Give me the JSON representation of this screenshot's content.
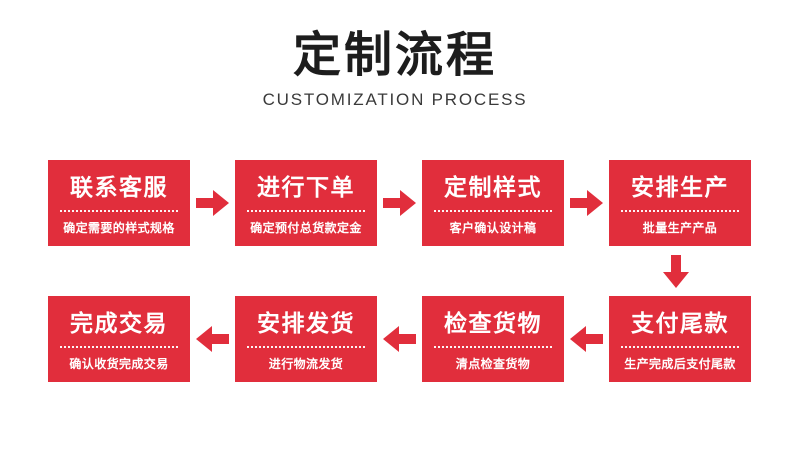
{
  "header": {
    "title_cn": "定制流程",
    "title_en": "CUSTOMIZATION PROCESS"
  },
  "theme": {
    "red": "#e12e3c",
    "background": "#ffffff",
    "title_color": "#1d1d1d",
    "subtitle_color": "#3a3a3a",
    "box_text_color": "#ffffff"
  },
  "flow": {
    "steps": [
      {
        "id": 1,
        "title": "联系客服",
        "subtitle": "确定需要的样式规格"
      },
      {
        "id": 2,
        "title": "进行下单",
        "subtitle": "确定预付总货款定金"
      },
      {
        "id": 3,
        "title": "定制样式",
        "subtitle": "客户确认设计稿"
      },
      {
        "id": 4,
        "title": "安排生产",
        "subtitle": "批量生产产品"
      },
      {
        "id": 5,
        "title": "支付尾款",
        "subtitle": "生产完成后支付尾款"
      },
      {
        "id": 6,
        "title": "检查货物",
        "subtitle": "清点检查货物"
      },
      {
        "id": 7,
        "title": "安排发货",
        "subtitle": "进行物流发货"
      },
      {
        "id": 8,
        "title": "完成交易",
        "subtitle": "确认收货完成交易"
      }
    ],
    "connectors": [
      {
        "id": 1,
        "direction": "right",
        "from": 1,
        "to": 2
      },
      {
        "id": 2,
        "direction": "right",
        "from": 2,
        "to": 3
      },
      {
        "id": 3,
        "direction": "right",
        "from": 3,
        "to": 4
      },
      {
        "id": 4,
        "direction": "down",
        "from": 4,
        "to": 5
      },
      {
        "id": 5,
        "direction": "left",
        "from": 5,
        "to": 6
      },
      {
        "id": 6,
        "direction": "left",
        "from": 6,
        "to": 7
      },
      {
        "id": 7,
        "direction": "left",
        "from": 7,
        "to": 8
      }
    ]
  }
}
